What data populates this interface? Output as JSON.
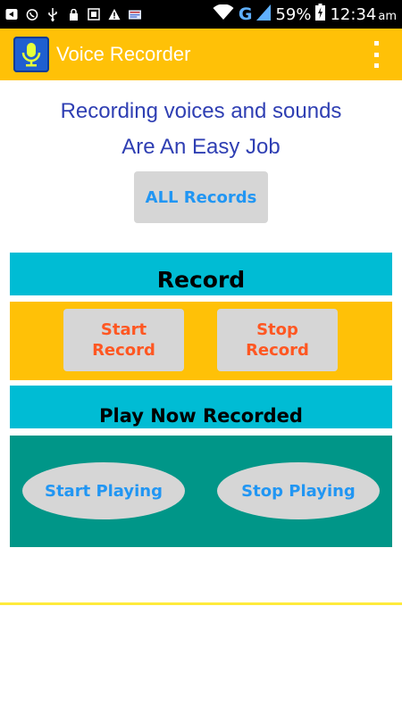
{
  "status_bar": {
    "battery_percent": "59%",
    "time": "12:34",
    "ampm": "am",
    "network": "G",
    "icons": [
      "keyboard-icon",
      "viber-icon",
      "usb-icon",
      "lock-icon",
      "screenshot-icon",
      "warning-icon",
      "news-icon",
      "wifi-icon",
      "signal-icon",
      "battery-charging-icon"
    ]
  },
  "app_bar": {
    "title": "Voice Recorder",
    "icon": "microphone-icon",
    "menu_icon": "overflow-menu-icon",
    "color": "#ffc107"
  },
  "intro": {
    "line1": "Recording voices and sounds",
    "line2": "Are An Easy Job"
  },
  "all_records_button": "ALL Records",
  "record_section": {
    "title": "Record",
    "start_line1": "Start",
    "start_line2": "Record",
    "stop_line1": "Stop",
    "stop_line2": "Record"
  },
  "play_section": {
    "title": "Play Now Recorded",
    "start_playing": "Start Playing",
    "stop_playing": "Stop Playing"
  },
  "colors": {
    "accent_yellow": "#ffc107",
    "cyan": "#00bcd4",
    "teal": "#009688",
    "record_text": "#ff5722",
    "link_blue": "#2196f3",
    "headline_blue": "#2f3fb3"
  }
}
